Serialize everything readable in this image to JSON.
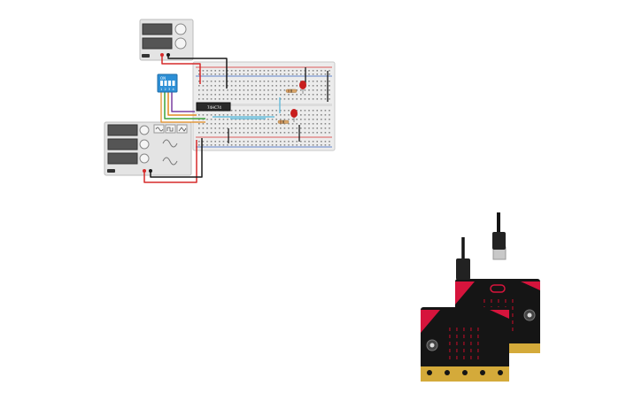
{
  "canvas": {
    "background": "#ffffff"
  },
  "chip": {
    "label": "74HC74"
  },
  "dip_switch": {
    "label": "ON",
    "pins": [
      "1",
      "2",
      "3",
      "4"
    ],
    "color": "#2c8fd6"
  },
  "icons": [
    "power-supply-icon",
    "function-generator-icon",
    "dip-switch-icon",
    "breadboard-icon",
    "led-icon",
    "resistor-icon",
    "ic-chip-icon",
    "microbit-icon",
    "usb-cable-icon"
  ],
  "colors": {
    "wire_red": "#d62a2a",
    "wire_black": "#1a1a1a",
    "wire_purple": "#7a3fa0",
    "wire_orange": "#e38a1e",
    "wire_green": "#3da33d",
    "wire_cyan": "#4fb5d9",
    "led_red": "#c81e1e",
    "microbit_black": "#151515",
    "microbit_accent": "#d6143c",
    "microbit_gold": "#d4aa3a",
    "breadboard": "#ececec"
  }
}
